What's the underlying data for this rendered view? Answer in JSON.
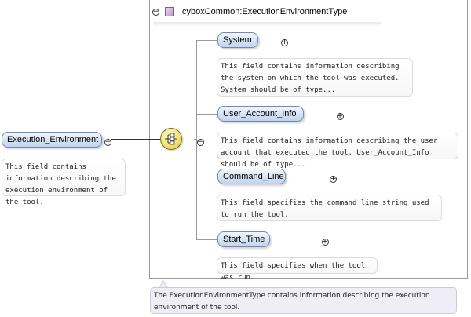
{
  "type": {
    "name": "cyboxCommon:ExecutionEnvironmentType",
    "description": "The ExecutionEnvironmentType contains information describing the execution environment of the tool."
  },
  "root": {
    "label": "Execution_Environment",
    "description": "This field contains information describing the execution environment of the tool."
  },
  "children": [
    {
      "label": "System",
      "description": "This field contains information describing the system on which the tool was executed. System should be of type..."
    },
    {
      "label": "User_Account_Info",
      "description": "This field contains information describing the user account that executed the tool. User_Account_Info should be of type..."
    },
    {
      "label": "Command_Line",
      "description": "This field specifies the command line string used to run the tool."
    },
    {
      "label": "Start_Time",
      "description": "This field specifies when the tool was run."
    }
  ],
  "icons": {
    "collapse": "minus-circle-icon",
    "expand": "plus-circle-icon",
    "type": "complex-type-icon",
    "sequence": "sequence-compositor-icon"
  }
}
